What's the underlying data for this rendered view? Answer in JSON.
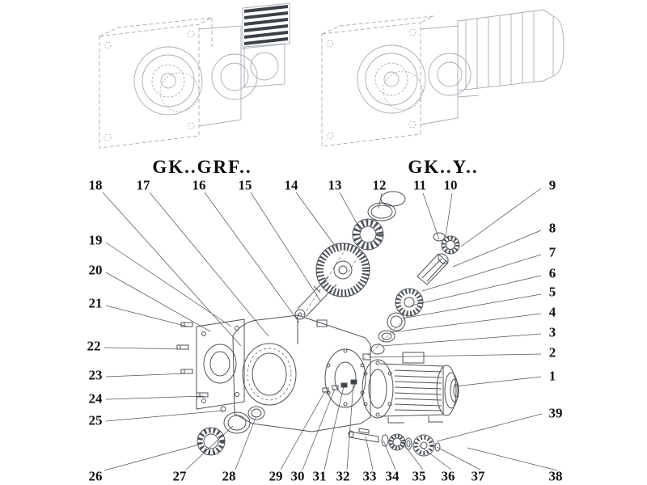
{
  "titles": {
    "left_variant": "GK..GRF..",
    "right_variant": "GK..Y.."
  },
  "callouts": {
    "top": [
      "18",
      "17",
      "16",
      "15",
      "14",
      "13",
      "12",
      "11",
      "10"
    ],
    "right": [
      "9",
      "8",
      "7",
      "6",
      "5",
      "4",
      "3",
      "2",
      "1",
      "39"
    ],
    "left": [
      "19",
      "20",
      "21",
      "22",
      "23",
      "24",
      "25"
    ],
    "bottom": [
      "26",
      "27",
      "28",
      "29",
      "30",
      "31",
      "32",
      "33",
      "34",
      "35",
      "36",
      "37",
      "38"
    ]
  },
  "colors": {
    "line_dark": "#4d5258",
    "line_faint": "#a7acb4",
    "leader": "#555555",
    "fin_dark": "#3c4148"
  }
}
